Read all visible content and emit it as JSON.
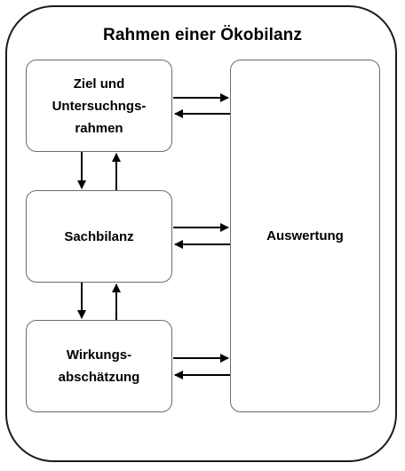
{
  "title": "Rahmen einer Ökobilanz",
  "boxes": {
    "ziel": "Ziel und\nUntersuchngs-\nrahmen",
    "sach": "Sachbilanz",
    "wirk": "Wirkungs-\nabschätzung",
    "ausw": "Auswertung"
  },
  "colors": {
    "frame": "#1a1a1a",
    "box_border": "#6b6b6b",
    "arrow": "#000000"
  }
}
